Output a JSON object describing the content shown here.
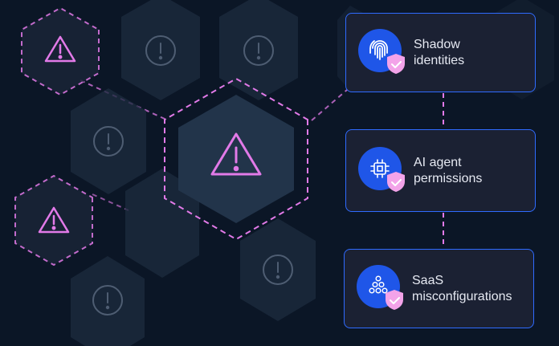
{
  "cards": [
    {
      "line1": "Shadow",
      "line2": "identities",
      "icon": "fingerprint-icon"
    },
    {
      "line1": "AI agent",
      "line2": "permissions",
      "icon": "chip-icon"
    },
    {
      "line1": "SaaS",
      "line2": "misconfigurations",
      "icon": "hierarchy-icon"
    }
  ],
  "colors": {
    "background": "#0b1626",
    "hex_fill": "#1c2a3d",
    "accent_pink": "#e27ae8",
    "accent_blue": "#2f6bff",
    "card_bg": "#1b2133",
    "shield_pink": "#f3a3e9"
  }
}
